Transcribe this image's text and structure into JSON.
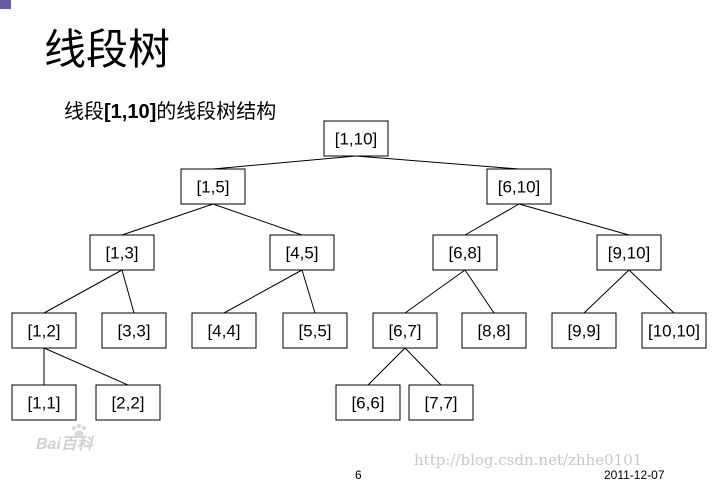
{
  "slide": {
    "title": "线段树",
    "subtitle_prefix": "线段",
    "subtitle_range": "[1,10]",
    "subtitle_suffix": "的线段树结构",
    "page_number": "6",
    "date": "2011-12-07"
  },
  "watermarks": {
    "url": "http://blog.csdn.net/zhhe0101",
    "logo": "Bai百科"
  },
  "tree": {
    "nodes": [
      {
        "id": "n1_10",
        "label": "[1,10]"
      },
      {
        "id": "n1_5",
        "label": "[1,5]"
      },
      {
        "id": "n6_10",
        "label": "[6,10]"
      },
      {
        "id": "n1_3",
        "label": "[1,3]"
      },
      {
        "id": "n4_5",
        "label": "[4,5]"
      },
      {
        "id": "n6_8",
        "label": "[6,8]"
      },
      {
        "id": "n9_10",
        "label": "[9,10]"
      },
      {
        "id": "n1_2",
        "label": "[1,2]"
      },
      {
        "id": "n3_3",
        "label": "[3,3]"
      },
      {
        "id": "n4_4",
        "label": "[4,4]"
      },
      {
        "id": "n5_5",
        "label": "[5,5]"
      },
      {
        "id": "n6_7",
        "label": "[6,7]"
      },
      {
        "id": "n8_8",
        "label": "[8,8]"
      },
      {
        "id": "n9_9",
        "label": "[9,9]"
      },
      {
        "id": "n10_10",
        "label": "[10,10]"
      },
      {
        "id": "n1_1",
        "label": "[1,1]"
      },
      {
        "id": "n2_2",
        "label": "[2,2]"
      },
      {
        "id": "n6_6",
        "label": "[6,6]"
      },
      {
        "id": "n7_7",
        "label": "[7,7]"
      }
    ],
    "edges": [
      [
        "n1_10",
        "n1_5"
      ],
      [
        "n1_10",
        "n6_10"
      ],
      [
        "n1_5",
        "n1_3"
      ],
      [
        "n1_5",
        "n4_5"
      ],
      [
        "n6_10",
        "n6_8"
      ],
      [
        "n6_10",
        "n9_10"
      ],
      [
        "n1_3",
        "n1_2"
      ],
      [
        "n1_3",
        "n3_3"
      ],
      [
        "n4_5",
        "n4_4"
      ],
      [
        "n4_5",
        "n5_5"
      ],
      [
        "n6_8",
        "n6_7"
      ],
      [
        "n6_8",
        "n8_8"
      ],
      [
        "n9_10",
        "n9_9"
      ],
      [
        "n9_10",
        "n10_10"
      ],
      [
        "n1_2",
        "n1_1"
      ],
      [
        "n1_2",
        "n2_2"
      ],
      [
        "n6_7",
        "n6_6"
      ],
      [
        "n6_7",
        "n7_7"
      ]
    ]
  }
}
